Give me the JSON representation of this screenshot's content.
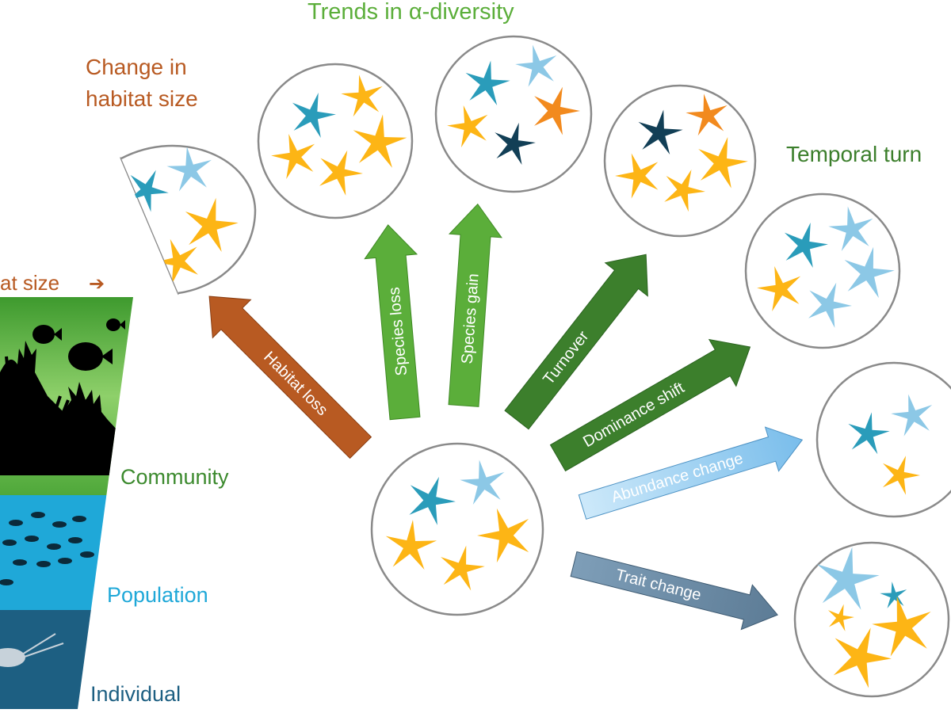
{
  "labels": {
    "habitat_size_cut": "at size",
    "habitat_size_arrow": "➔",
    "change_habitat_line1": "Change in",
    "change_habitat_line2": "habitat size",
    "alpha_title": "Trends in α-diversity",
    "temporal_title": "Temporal turn",
    "community": "Community",
    "population": "Population",
    "individual": "Individual"
  },
  "arrows": [
    {
      "key": "habitat_loss",
      "label": "Habitat loss"
    },
    {
      "key": "species_loss",
      "label": "Species loss"
    },
    {
      "key": "species_gain",
      "label": "Species gain"
    },
    {
      "key": "turnover",
      "label": "Turnover"
    },
    {
      "key": "dominance",
      "label": "Dominance shift"
    },
    {
      "key": "abundance",
      "label": "Abundance change"
    },
    {
      "key": "trait",
      "label": "Trait change"
    }
  ],
  "colors": {
    "habitat": "#B85A22",
    "alpha_green": "#5BAE3A",
    "dark_green": "#3C7F2C",
    "community_green": "#3C8A2E",
    "population_blue": "#1FA8D8",
    "individual_blue": "#1D5F82",
    "star_yellow": "#FDB515",
    "star_teal": "#2A9CBA",
    "star_light": "#8CC8E6",
    "star_orange": "#F28A1E",
    "star_navy": "#123F56",
    "abundance_arrow": "#8CC8EE",
    "trait_arrow": "#6E8FAA"
  }
}
